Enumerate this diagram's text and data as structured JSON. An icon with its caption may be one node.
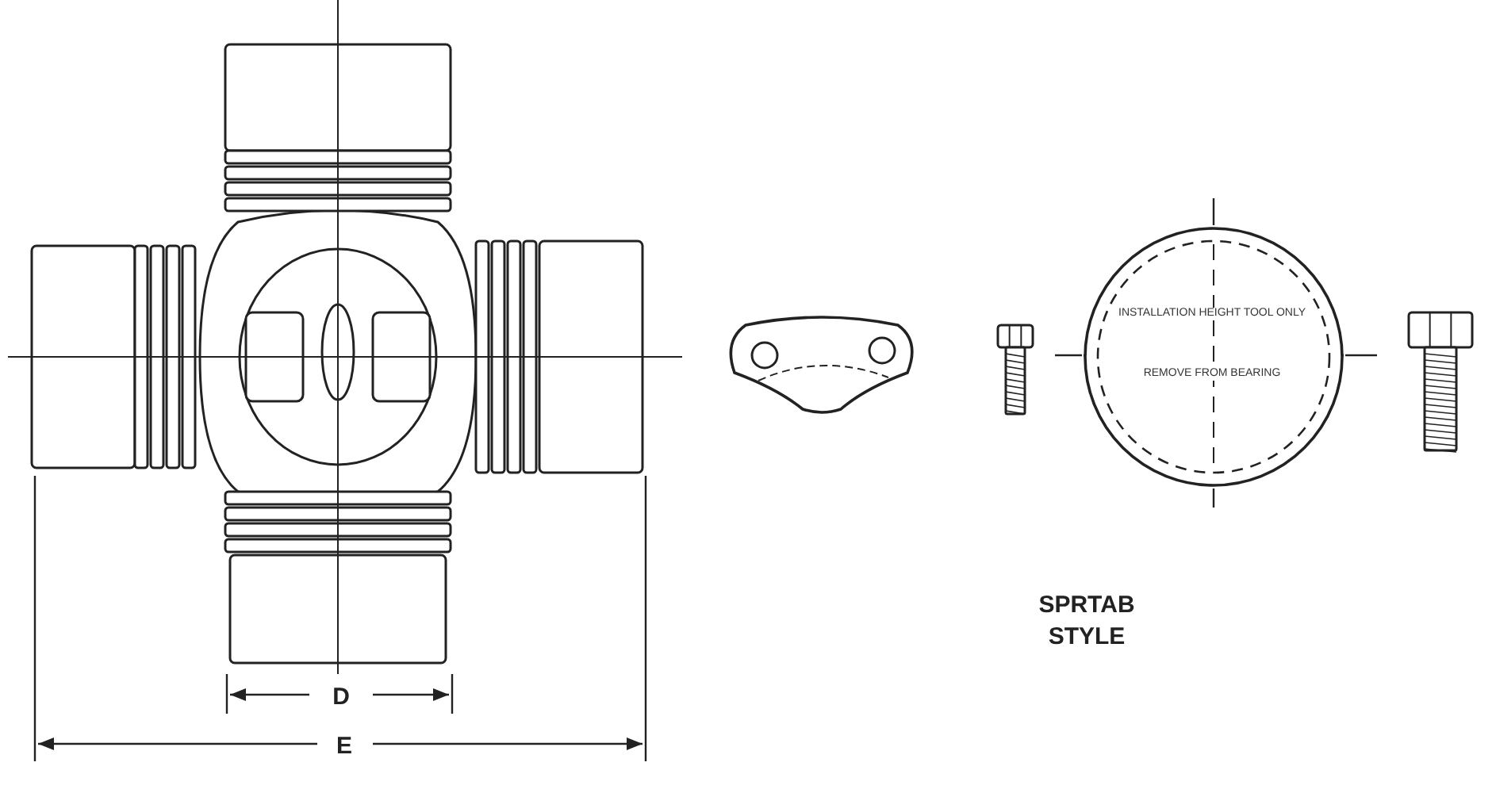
{
  "diagram": {
    "nodes": [
      {
        "text": [
          "INSTALLATION HEIGHT TOOL ONLY",
          "REMOVE FROM BEARING"
        ]
      }
    ],
    "edges": [],
    "labels": [
      "D",
      "E",
      "SPRTAB STYLE"
    ]
  }
}
